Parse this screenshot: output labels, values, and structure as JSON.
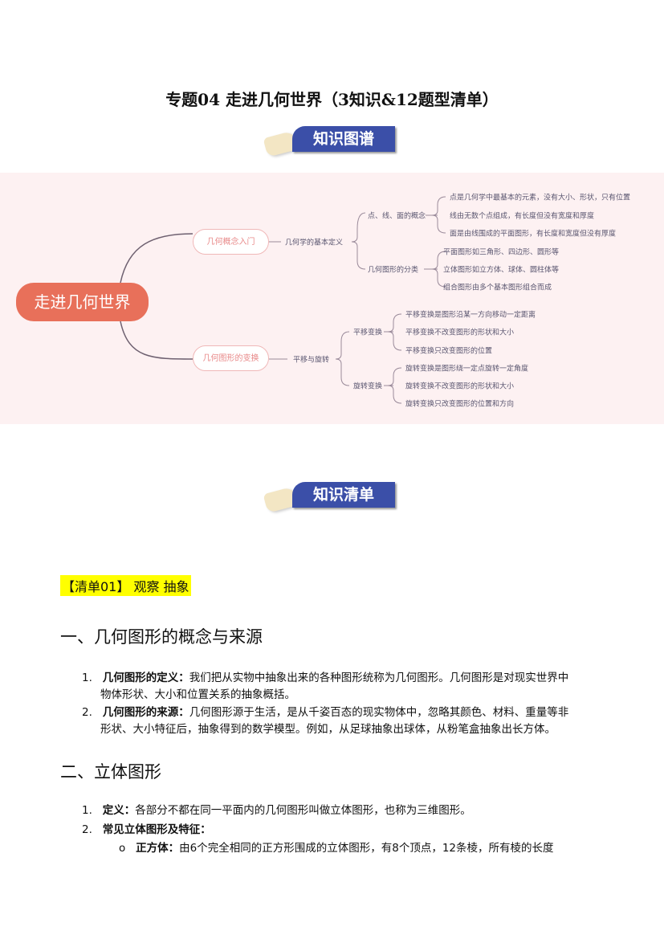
{
  "title": "专题04  走进几何世界（3知识&12题型清单）",
  "badges": {
    "map": "知识图谱",
    "list": "知识清单"
  },
  "mindmap": {
    "root": "走进几何世界",
    "b1": {
      "label": "几何概念入门",
      "child": "几何学的基本定义",
      "g1": {
        "label": "点、线、面的概念",
        "leaves": [
          "点是几何学中最基本的元素，没有大小、形状，只有位置",
          "线由无数个点组成，有长度但没有宽度和厚度",
          "面是由线围成的平面图形，有长度和宽度但没有厚度"
        ]
      },
      "g2": {
        "label": "几何图形的分类",
        "leaves": [
          "平面图形如三角形、四边形、圆形等",
          "立体图形如立方体、球体、圆柱体等",
          "组合图形由多个基本图形组合而成"
        ]
      }
    },
    "b2": {
      "label": "几何图形的变换",
      "child": "平移与旋转",
      "g1": {
        "label": "平移变换",
        "leaves": [
          "平移变换是图形沿某一方向移动一定距离",
          "平移变换不改变图形的形状和大小",
          "平移变换只改变图形的位置"
        ]
      },
      "g2": {
        "label": "旋转变换",
        "leaves": [
          "旋转变换是图形绕一定点旋转一定角度",
          "旋转变换不改变图形的形状和大小",
          "旋转变换只改变图形的位置和方向"
        ]
      }
    }
  },
  "list_tag": "【清单01】  观察  抽象",
  "sec1": {
    "heading": "一、几何图形的概念与来源",
    "items": [
      {
        "num": "1.",
        "term": "几何图形的定义：",
        "text1": "我们把从实物中抽象出来的各种图形统称为几何图形。几何图形是对现实世界中",
        "text2": "物体形状、大小和位置关系的抽象概括。"
      },
      {
        "num": "2.",
        "term": "几何图形的来源：",
        "text1": "几何图形源于生活，是从千姿百态的现实物体中，忽略其颜色、材料、重量等非",
        "text2": "形状、大小特征后，抽象得到的数学模型。例如，从足球抽象出球体，从粉笔盒抽象出长方体。"
      }
    ]
  },
  "sec2": {
    "heading": "二、立体图形",
    "items": [
      {
        "num": "1.",
        "term": "定义：",
        "text1": "各部分不都在同一平面内的几何图形叫做立体图形，也称为三维图形。"
      },
      {
        "num": "2.",
        "term": "常见立体图形及特征："
      }
    ],
    "sub": {
      "bullet": "o",
      "term": "正方体：",
      "text": "由6个完全相同的正方形围成的立体图形，有8个顶点，12条棱，所有棱的长度"
    }
  }
}
